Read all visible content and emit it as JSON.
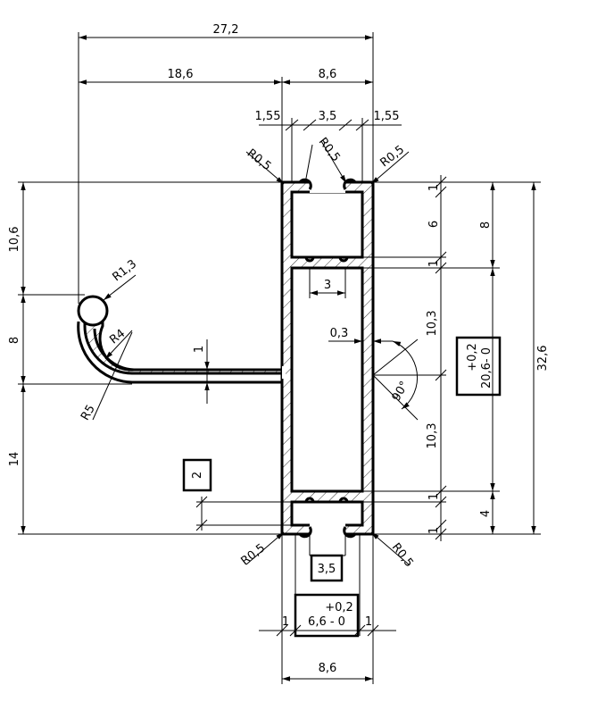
{
  "dimensions": {
    "overall_width": "27,2",
    "left_width": "18,6",
    "right_width_top": "8,6",
    "lip_left": "1,55",
    "slot_top": "3,5",
    "lip_right": "1,55",
    "radius_top_left": "R0,5",
    "radius_top_mid": "R0,5",
    "radius_top_right": "R0,5",
    "height_upper_left": "10,6",
    "height_mid_left": "8",
    "height_lower_left": "14",
    "radius_hook_tip": "R1,3",
    "radius_hook_inner": "R4",
    "radius_hook_outer": "R5",
    "flange_thickness": "1",
    "top_wall": "1",
    "upper_pocket": "6",
    "upper_wall_lower": "1",
    "slot_gap": "3",
    "web_gap": "0,3",
    "chamber_upper": "10,3",
    "chamber_lower": "10,3",
    "angle": "90°",
    "bottom_wall_upper": "1",
    "bottom_wall_lower": "1",
    "right_upper": "8",
    "right_lower": "4",
    "overall_height": "32,6",
    "tol_height_upper": "+0,2",
    "tol_height_value": "20,6- 0",
    "boxed_wall": "2",
    "radius_bottom_left": "R0,5",
    "radius_bottom_right": "R0,5",
    "boxed_slot_bottom": "3,5",
    "tol_width_upper": "+0,2",
    "tol_width_value": "6,6 - 0",
    "side_wall_left": "1",
    "side_wall_right": "1",
    "bottom_width": "8,6"
  }
}
